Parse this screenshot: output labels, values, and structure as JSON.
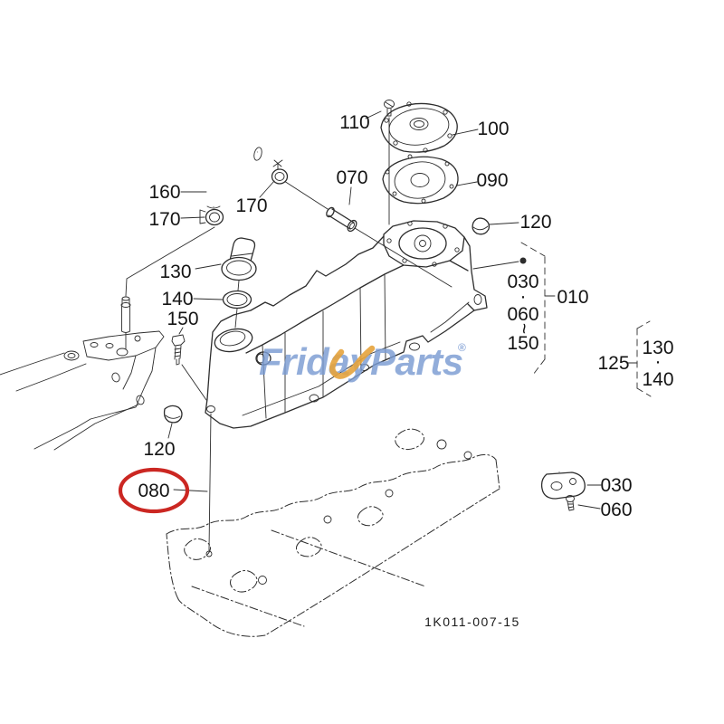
{
  "figure": {
    "drawing_number": "1K011-007-15",
    "watermark_text": "FridayParts",
    "watermark_registered": "®"
  },
  "callouts": {
    "screw_110": "110",
    "breather_cover_100": "100",
    "tube_070": "070",
    "breather_gasket_090": "090",
    "hose_160": "160",
    "clamp_170_upper": "170",
    "clamp_170_lower": "170",
    "plug_120_upper": "120",
    "oil_cap_130": "130",
    "oring_140": "140",
    "sensor_150": "150",
    "plug_120_lower": "120",
    "gasket_080": "080",
    "bracket_030": "030",
    "screw_060": "060"
  },
  "group_010": {
    "label": "010",
    "item_030": "030",
    "separator_dot": "·",
    "item_060": "060",
    "separator_range": "~",
    "item_150": "150"
  },
  "group_125": {
    "label": "125",
    "item_130": "130",
    "separator_dot": "·",
    "item_140": "140"
  },
  "colors": {
    "line": "#2d2d2d",
    "highlight_red": "#cb2722",
    "watermark_blue": "#7b9cd3",
    "watermark_orange": "#e5a33c"
  }
}
